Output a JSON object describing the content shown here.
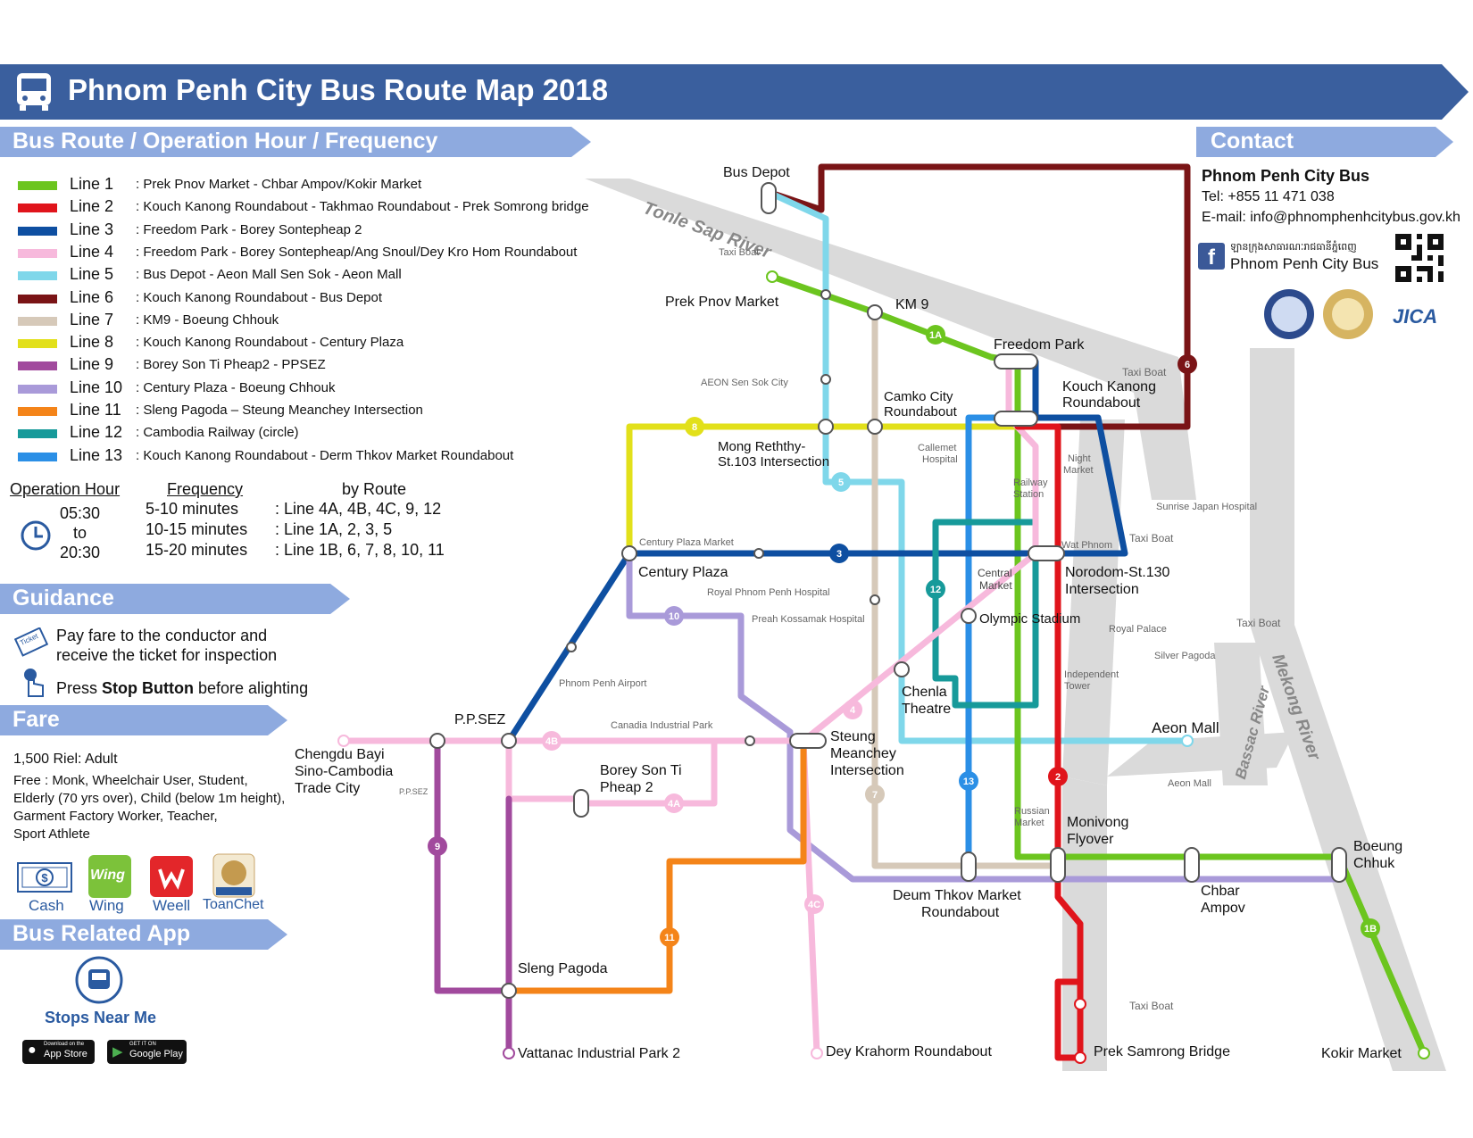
{
  "title": "Phnom Penh City Bus Route Map 2018",
  "colors": {
    "header": "#3a5f9e",
    "section": "#8eaadf"
  },
  "sections": {
    "routes": "Bus Route / Operation Hour / Frequency",
    "contact": "Contact",
    "guidance": "Guidance",
    "fare": "Fare",
    "app": "Bus Related App"
  },
  "lines": [
    {
      "name": "Line 1",
      "desc": ": Prek Pnov Market - Chbar Ampov/Kokir Market",
      "color": "#6cc51f"
    },
    {
      "name": "Line 2",
      "desc": ": Kouch Kanong Roundabout - Takhmao Roundabout - Prek Somrong bridge",
      "color": "#e0141b"
    },
    {
      "name": "Line 3",
      "desc": ": Freedom Park - Borey Sontepheap 2",
      "color": "#0e4fa1"
    },
    {
      "name": "Line 4",
      "desc": ": Freedom Park - Borey Sontepheap/Ang Snoul/Dey Kro Hom Roundabout",
      "color": "#f7b9dc"
    },
    {
      "name": "Line 5",
      "desc": ": Bus Depot - Aeon Mall Sen Sok  - Aeon Mall",
      "color": "#7fd7ea"
    },
    {
      "name": "Line 6",
      "desc": ": Kouch Kanong Roundabout - Bus Depot",
      "color": "#7a1416"
    },
    {
      "name": "Line 7",
      "desc": ": KM9 - Boeung Chhouk",
      "color": "#d6c9b9"
    },
    {
      "name": "Line 8",
      "desc": ": Kouch Kanong Roundabout - Century Plaza",
      "color": "#e2e01a"
    },
    {
      "name": "Line 9",
      "desc": ": Borey Son Ti Pheap2 - PPSEZ",
      "color": "#a14a9d"
    },
    {
      "name": "Line 10",
      "desc": ": Century Plaza - Boeung Chhouk",
      "color": "#a99ad9"
    },
    {
      "name": "Line 11",
      "desc": ": Sleng Pagoda – Steung Meanchey Intersection",
      "color": "#f48419"
    },
    {
      "name": "Line 12",
      "desc": ": Cambodia Railway (circle)",
      "color": "#179a9a"
    },
    {
      "name": "Line 13",
      "desc": ": Kouch Kanong Roundabout - Derm Thkov Market Roundabout",
      "color": "#2b8fe6"
    }
  ],
  "hours": {
    "op_header": "Operation Hour",
    "freq_header": "Frequency",
    "route_header": "by Route",
    "start": "05:30",
    "to": "to",
    "end": "20:30",
    "freq": [
      {
        "interval": "5-10 minutes",
        "routes": ": Line 4A, 4B, 4C, 9, 12"
      },
      {
        "interval": "10-15 minutes",
        "routes": ": Line 1A, 2, 3, 5"
      },
      {
        "interval": "15-20 minutes",
        "routes": ": Line 1B, 6, 7, 8, 10, 11"
      }
    ]
  },
  "guidance": {
    "ticket_icon": "Ticket",
    "line1": "Pay fare to the conductor and",
    "line2": "receive the ticket for inspection",
    "press": "Press ",
    "stop_button": "Stop Button",
    "alighting": " before alighting"
  },
  "fare": {
    "adult": "1,500 Riel: Adult",
    "free1": "Free : Monk, Wheelchair User, Student,",
    "free2": "Elderly (70 yrs over), Child (below 1m height),",
    "free3": "Garment Factory Worker, Teacher,",
    "free4": "Sport Athlete",
    "methods": [
      "Cash",
      "Wing",
      "Weell",
      "ToanChet"
    ],
    "wing_logo": "Wing"
  },
  "app": {
    "name": "Stops Near Me",
    "appstore": "App Store",
    "googleplay": "Google Play",
    "appstore_small": "Download on the",
    "googleplay_small": "GET IT ON"
  },
  "contact": {
    "org": "Phnom Penh City Bus",
    "tel": "Tel: +855 11 471 038",
    "email": "E-mail: info@phnomphenhcitybus.gov.kh",
    "khmer": "ឡានក្រុងសាធារណៈរាជធានីភ្នំពេញ",
    "facebook": "Phnom Penh City Bus",
    "jica": "JICA"
  },
  "map": {
    "rivers": [
      "Tonle Sap River",
      "Bassac River",
      "Mekong River"
    ],
    "stops": [
      "Bus Depot",
      "Prek Pnov Market",
      "KM 9",
      "Freedom Park",
      "Kouch Kanong",
      "Roundabout",
      "Camko City",
      "Roundabout",
      "Mong Reththy-",
      "St.103 Intersection",
      "Century Plaza",
      "Norodom-St.130",
      "Intersection",
      "Olympic Stadium",
      "Chenla",
      "Theatre",
      "Aeon Mall",
      "Steung",
      "Meanchey",
      "Intersection",
      "P.P.SEZ",
      "Chengdu Bayi",
      "Sino-Cambodia",
      "Trade City",
      "Borey Son Ti",
      "Pheap 2",
      "Monivong",
      "Flyover",
      "Boeung",
      "Chhuk",
      "Chbar",
      "Ampov",
      "Deum Thkov Market",
      "Roundabout",
      "Sleng Pagoda",
      "Vattanac Industrial Park 2",
      "Dey Krahorm Roundabout",
      "Prek Samrong Bridge",
      "Kokir Market"
    ],
    "pois": [
      "Taxi Boat",
      "AEON Sen Sok City",
      "Taxi Boat",
      "Callemet",
      "Hospital",
      "Railway",
      "Station",
      "Night",
      "Market",
      "Sunrise Japan Hospital",
      "Century Plaza Market",
      "Royal Phnom Penh Hospital",
      "Preah Kossamak Hospital",
      "Wat Phnom",
      "Taxi Boat",
      "Central",
      "Market",
      "Royal Palace",
      "Taxi Boat",
      "Silver Pagoda",
      "Phnom Penh Airport",
      "Independent",
      "Tower",
      "Canadia Industrial Park",
      "Aeon Mall",
      "P.P.SEZ",
      "Russian",
      "Market",
      "Taxi Boat"
    ],
    "badges": [
      "1A",
      "8",
      "5",
      "3",
      "10",
      "12",
      "4",
      "4B",
      "4A",
      "13",
      "2",
      "7",
      "9",
      "11",
      "4C",
      "1B",
      "6"
    ]
  }
}
